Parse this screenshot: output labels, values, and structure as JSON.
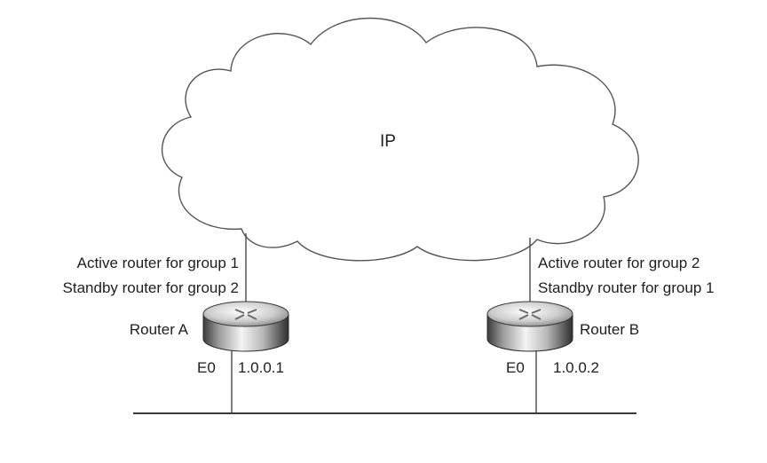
{
  "cloud": {
    "label": "IP"
  },
  "routers": [
    {
      "name": "Router A",
      "interface": "E0",
      "address": "1.0.0.1",
      "roles": [
        "Active router for group 1",
        "Standby router for group 2"
      ]
    },
    {
      "name": "Router B",
      "interface": "E0",
      "address": "1.0.0.2",
      "roles": [
        "Active router for group 2",
        "Standby router for group 1"
      ]
    }
  ]
}
